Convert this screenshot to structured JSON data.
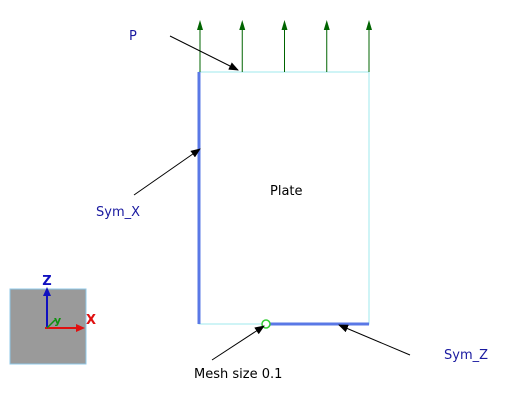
{
  "labels": {
    "load": "P",
    "sym_x": "Sym_X",
    "plate": "Plate",
    "mesh": "Mesh size 0.1",
    "sym_z": "Sym_Z"
  },
  "triad": {
    "z": "Z",
    "x": "X",
    "y": "y"
  },
  "colors": {
    "label_blue": "#1a1aa0",
    "load_arrow": "#006400",
    "plate_edge": "#9fe8ee",
    "sym_edge": "#5a78e6",
    "mesh_point": "#33cc33",
    "triad_bg": "#9a9a9a",
    "axis_z": "#1010c0",
    "axis_x": "#e01010",
    "axis_y": "#109010"
  },
  "load_arrow_count": 5
}
